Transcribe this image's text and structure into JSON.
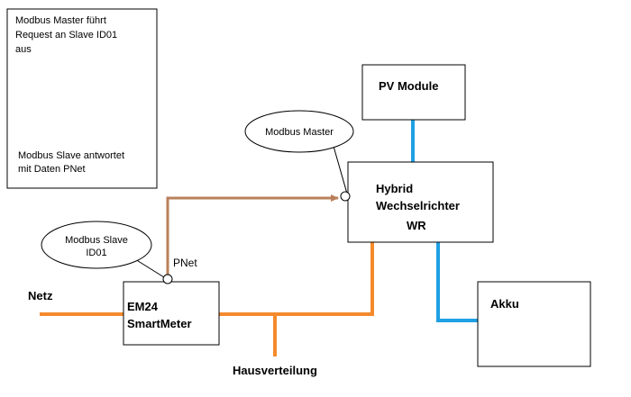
{
  "note": {
    "request_lines": [
      "Modbus Master führt",
      "Request an Slave ID01",
      "aus"
    ],
    "response_lines": [
      "Modbus Slave antwortet",
      "mit Daten PNet"
    ]
  },
  "pv_module": {
    "label": "PV Module"
  },
  "inverter": {
    "lines": [
      "Hybrid",
      "Wechselrichter",
      "WR"
    ]
  },
  "akku": {
    "label": "Akku"
  },
  "meter": {
    "lines": [
      "EM24",
      "SmartMeter"
    ]
  },
  "bubble_master": {
    "label": "Modbus Master"
  },
  "bubble_slave": {
    "lines": [
      "Modbus Slave",
      "ID01"
    ]
  },
  "labels": {
    "netz": "Netz",
    "hausverteilung": "Hausverteilung",
    "pnet": "PNet"
  },
  "colors": {
    "power_line": "#f58a2c",
    "dc_line": "#1fa0e3",
    "data_line": "#b8805a"
  }
}
